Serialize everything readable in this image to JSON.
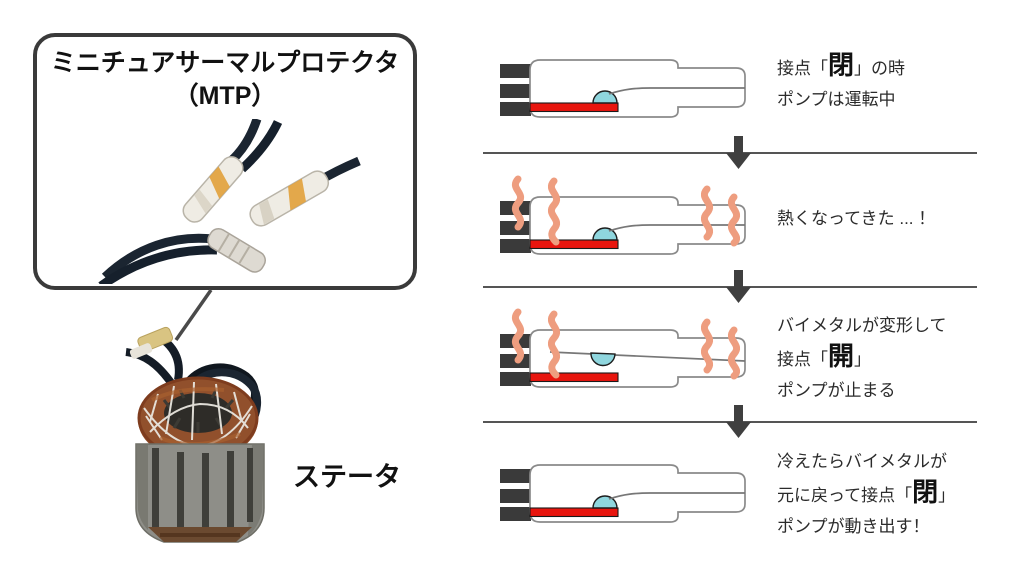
{
  "left_panel": {
    "title_line1": "ミニチュアサーマルプロテクタ",
    "title_line2": "（MTP）",
    "stator_label": "ステータ",
    "photos": {
      "mtp_photo": "mtp-components-photo",
      "stator_photo": "stator-photo"
    }
  },
  "flow": {
    "arrow_icon": "arrow-down-icon",
    "heat_icon": "heat-wave-icon",
    "stages": [
      {
        "state": "closed",
        "heat": false,
        "caption": [
          [
            {
              "text": "接点「"
            },
            {
              "text": "閉",
              "big": true
            },
            {
              "text": "」の時"
            }
          ],
          [
            {
              "text": "ポンプは運転中"
            }
          ]
        ]
      },
      {
        "state": "closed",
        "heat": true,
        "caption": [
          [
            {
              "text": "熱くなってきた ... ！"
            }
          ]
        ]
      },
      {
        "state": "open",
        "heat": true,
        "caption": [
          [
            {
              "text": "バイメタルが変形して"
            }
          ],
          [
            {
              "text": "接点「"
            },
            {
              "text": "開",
              "big": true
            },
            {
              "text": "」"
            }
          ],
          [
            {
              "text": "ポンプが止まる"
            }
          ]
        ]
      },
      {
        "state": "closed",
        "heat": false,
        "caption": [
          [
            {
              "text": "冷えたらバイメタルが"
            }
          ],
          [
            {
              "text": "元に戻って接点「"
            },
            {
              "text": "閉",
              "big": true
            },
            {
              "text": "」"
            }
          ],
          [
            {
              "text": "ポンプが動き出す！"
            }
          ]
        ]
      }
    ]
  },
  "colors": {
    "red_bar": "#e8150e",
    "contact": "#8fd6de",
    "heat": "#ee9d7f",
    "pin": "#3a3a3a",
    "outline": "#8a8a8a",
    "arm": "#777777",
    "divider": "#555555",
    "arrow": "#3f3f3f",
    "box_border": "#3a3a3a",
    "wire": "#1b2531",
    "protector_body": "#efece4",
    "protector_stripe": "#e2a23e",
    "stator_steel": "#8e8e88",
    "stator_slot": "#3f3f3a",
    "winding_copper": "#91502c"
  }
}
